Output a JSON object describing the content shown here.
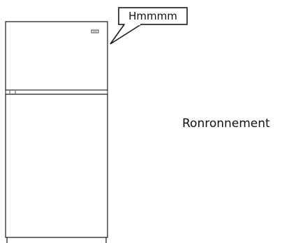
{
  "speech_bubble": {
    "text": "Hmmmm"
  },
  "caption": {
    "text": "Ronronnement"
  },
  "fridge": {
    "brand_badge": "logo-badge"
  },
  "colors": {
    "line": "#1a1a1a",
    "background": "#ffffff"
  }
}
